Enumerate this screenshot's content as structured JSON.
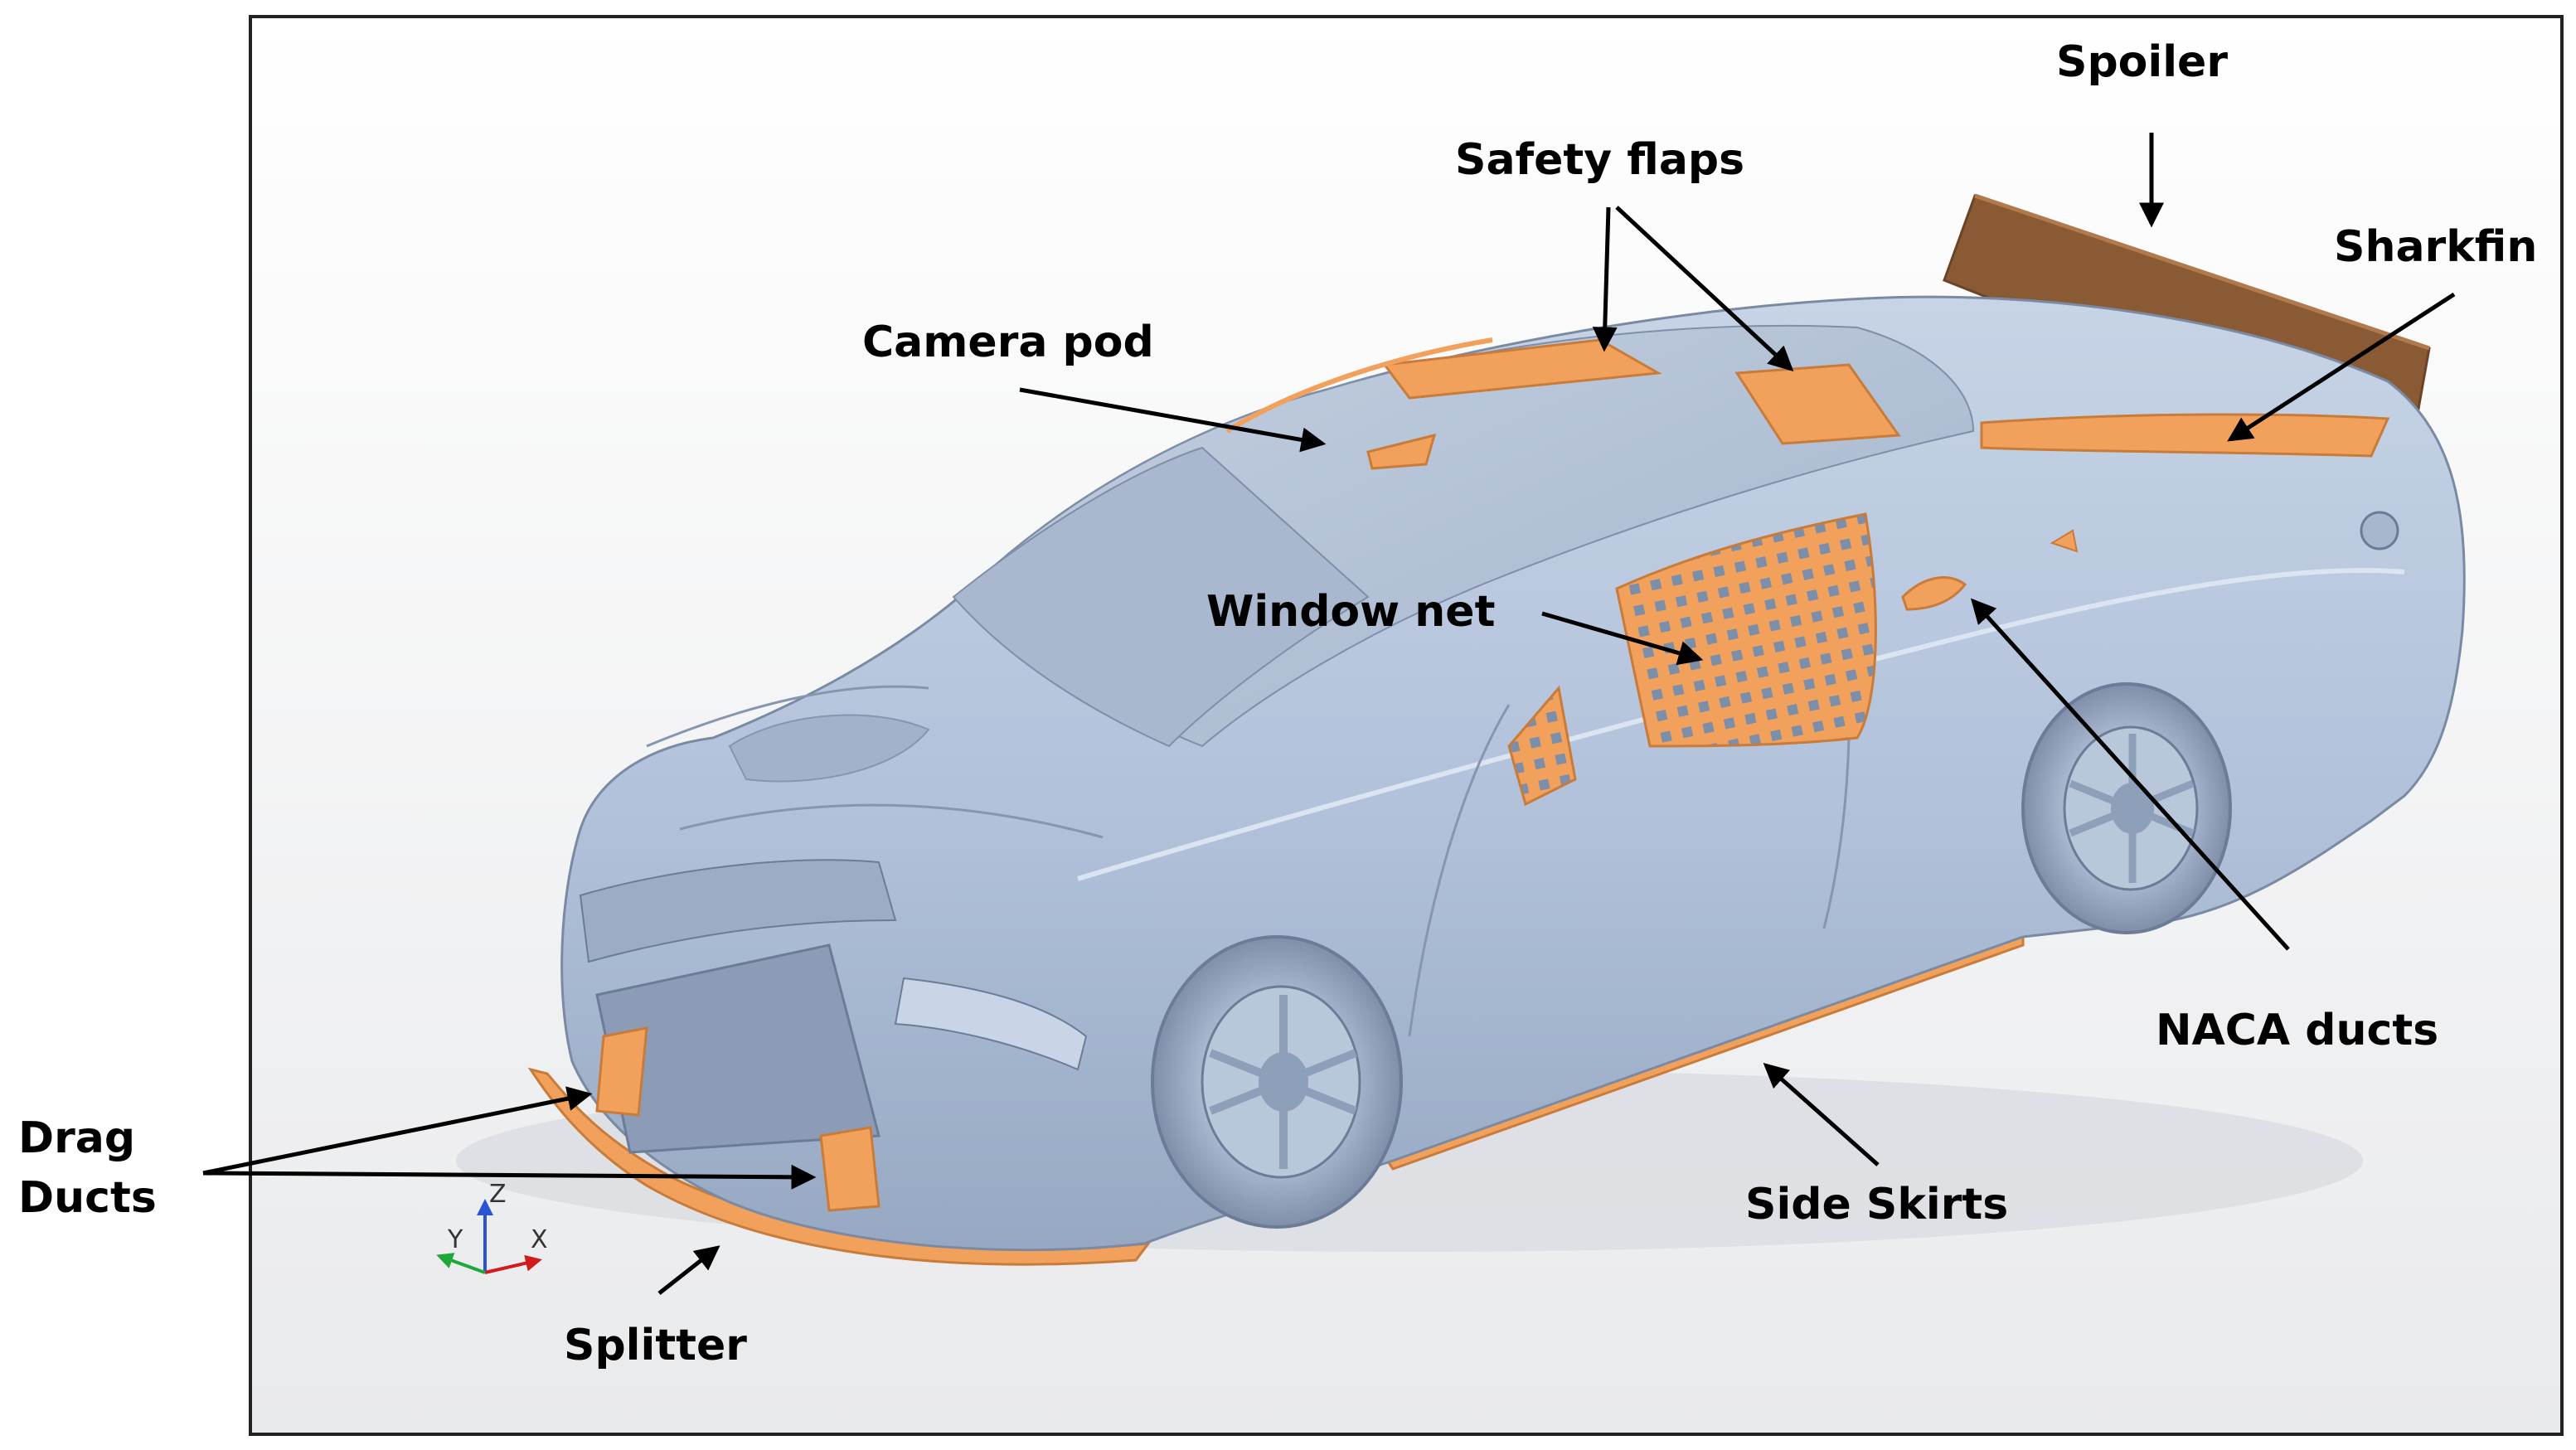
{
  "labels": {
    "spoiler": "Spoiler",
    "safety_flaps": "Safety flaps",
    "sharkfin": "Sharkfin",
    "camera_pod": "Camera pod",
    "window_net": "Window net",
    "naca_ducts": "NACA ducts",
    "drag_ducts_line1": "Drag",
    "drag_ducts_line2": "Ducts",
    "side_skirts": "Side Skirts",
    "splitter": "Splitter"
  },
  "axes": {
    "z": "Z",
    "y": "Y",
    "x": "X"
  },
  "colors": {
    "body": "#b3c3db",
    "body_shadow": "#8e9fb9",
    "body_highlight": "#dbe4f1",
    "accent_parts": "#f2a15c",
    "spoiler": "#8a5a35",
    "frame": "#222222",
    "axis_x": "#d11a1a",
    "axis_y": "#1ea83a",
    "axis_z": "#2a54d4"
  }
}
